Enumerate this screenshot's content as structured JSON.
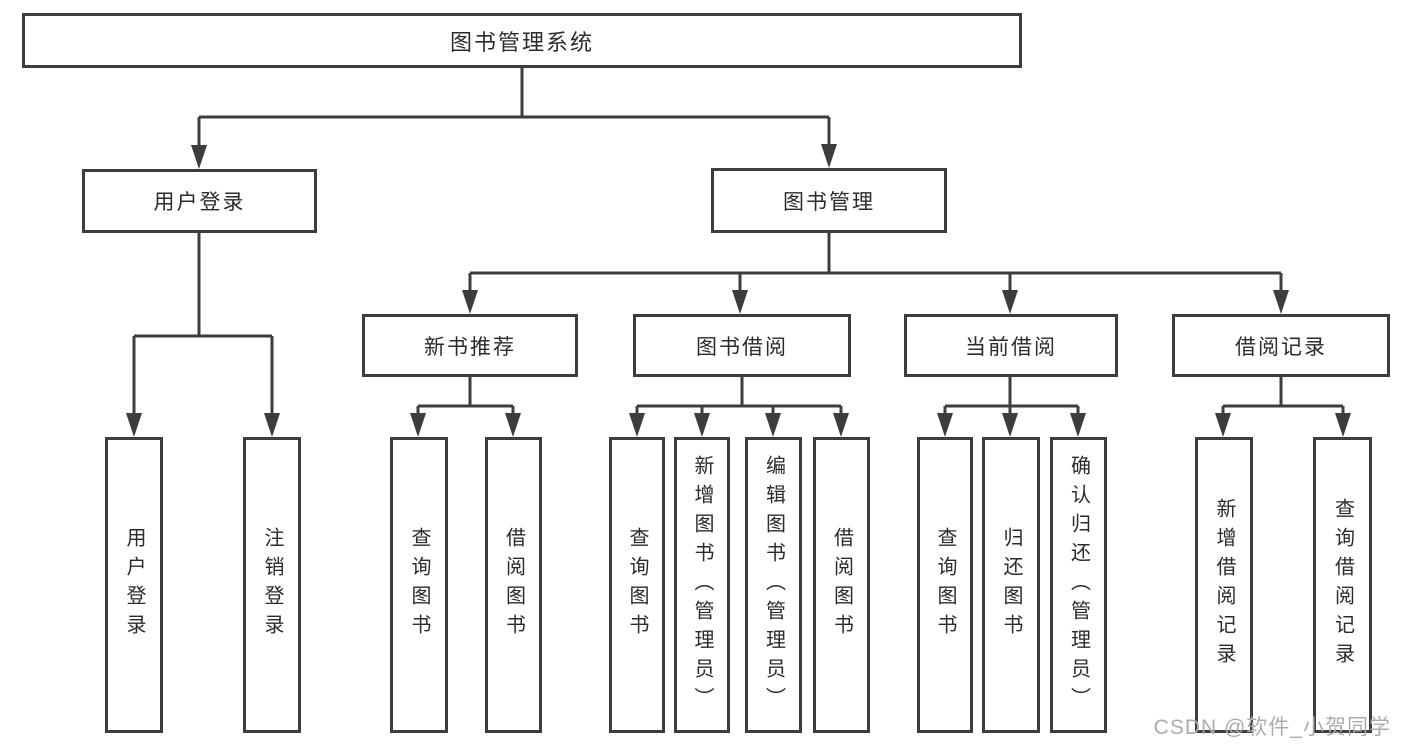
{
  "tree": {
    "root": {
      "label": "图书管理系统",
      "children": [
        {
          "label": "用户登录",
          "children": [
            {
              "label": "用户登录"
            },
            {
              "label": "注销登录"
            }
          ]
        },
        {
          "label": "图书管理",
          "children": [
            {
              "label": "新书推荐",
              "children": [
                {
                  "label": "查询图书"
                },
                {
                  "label": "借阅图书"
                }
              ]
            },
            {
              "label": "图书借阅",
              "children": [
                {
                  "label": "查询图书"
                },
                {
                  "label": "新增图书（管理员）"
                },
                {
                  "label": "编辑图书（管理员）"
                },
                {
                  "label": "借阅图书"
                }
              ]
            },
            {
              "label": "当前借阅",
              "children": [
                {
                  "label": "查询图书"
                },
                {
                  "label": "归还图书"
                },
                {
                  "label": "确认归还（管理员）"
                }
              ]
            },
            {
              "label": "借阅记录",
              "children": [
                {
                  "label": "新增借阅记录"
                },
                {
                  "label": "查询借阅记录"
                }
              ]
            }
          ]
        }
      ]
    }
  },
  "colors": {
    "line": "#3d3d3d",
    "text": "#2b2b2b",
    "watermark": "#acacac",
    "background": "#ffffff"
  },
  "watermark": {
    "text": "CSDN @软件_小贺同学"
  }
}
